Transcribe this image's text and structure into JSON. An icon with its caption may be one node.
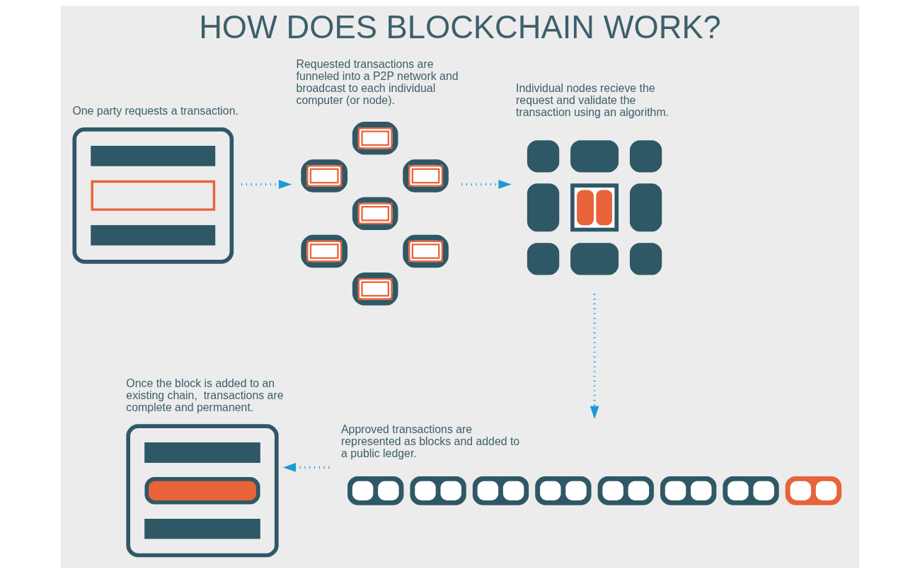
{
  "diagram": {
    "title": "HOW DOES BLOCKCHAIN WORK?",
    "nodes": [
      {
        "text": [],
        "shape": "picture",
        "beside": [
          "One party requests a transaction."
        ]
      },
      {
        "text": [],
        "shape": "picture",
        "beside": [
          "Requested transactions are funneled into a P2P network and broadcast to each individual computer (or node)."
        ]
      },
      {
        "text": [],
        "shape": "picture",
        "beside": [
          "Individual nodes recieve the request and validate the transaction using an algorithm."
        ]
      },
      {
        "text": [],
        "shape": "picture",
        "beside": [
          "Approved transactions are represented as blocks and added to a public ledger."
        ]
      },
      {
        "text": [],
        "shape": "picture",
        "beside": [
          "Once the block is added to an existing chain,  transactions are complete and permanent."
        ]
      }
    ],
    "edges": [
      {
        "from": 0,
        "to": 1,
        "arrow": "to",
        "style": "dashed"
      },
      {
        "from": 1,
        "to": 2,
        "arrow": "to",
        "style": "dashed"
      },
      {
        "from": 2,
        "to": 3,
        "arrow": "to",
        "style": "dashed"
      },
      {
        "from": 3,
        "to": 4,
        "arrow": "to",
        "style": "dashed"
      }
    ]
  }
}
